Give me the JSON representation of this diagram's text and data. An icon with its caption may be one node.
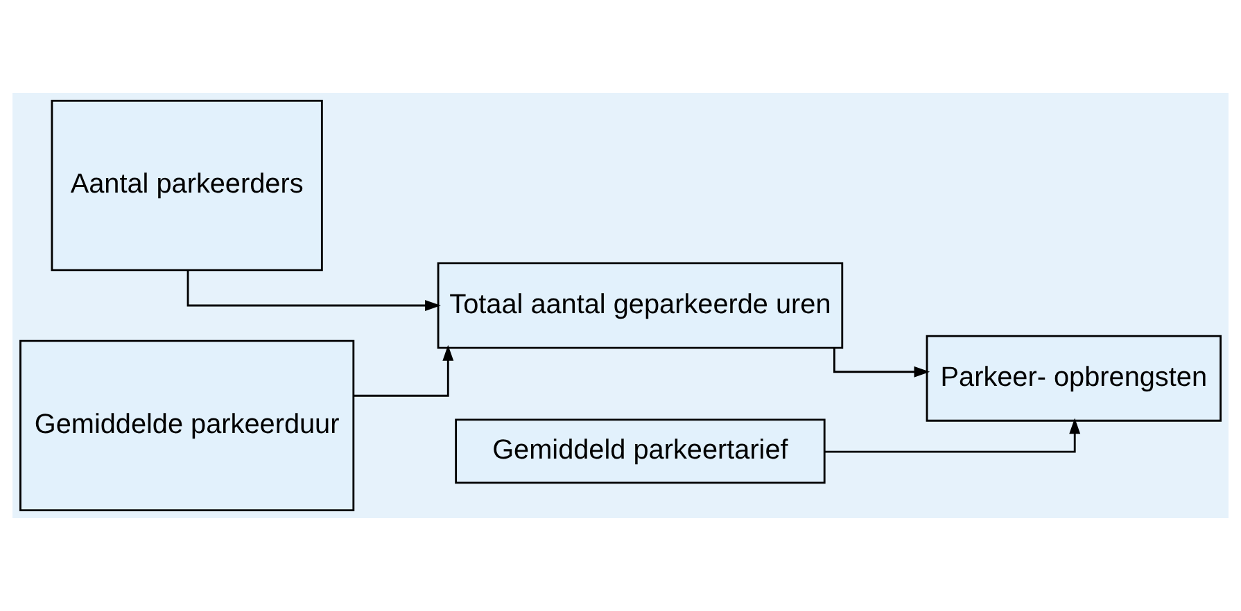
{
  "diagram": {
    "nodes": [
      {
        "text": [
          "Aantal parkeerders"
        ]
      },
      {
        "text": [
          "Gemiddelde parkeerduur"
        ]
      },
      {
        "text": [
          "Totaal aantal geparkeerde uren"
        ]
      },
      {
        "text": [
          "Parkeer- opbrengsten"
        ]
      },
      {
        "text": [
          "Gemiddeld parkeertarief"
        ]
      }
    ],
    "edges": [
      {
        "from": 0,
        "to": 2,
        "arrow": "to"
      },
      {
        "from": 1,
        "to": 2,
        "arrow": "to"
      },
      {
        "from": 2,
        "to": 3,
        "arrow": "to"
      },
      {
        "from": 4,
        "to": 3,
        "arrow": "to"
      }
    ]
  }
}
